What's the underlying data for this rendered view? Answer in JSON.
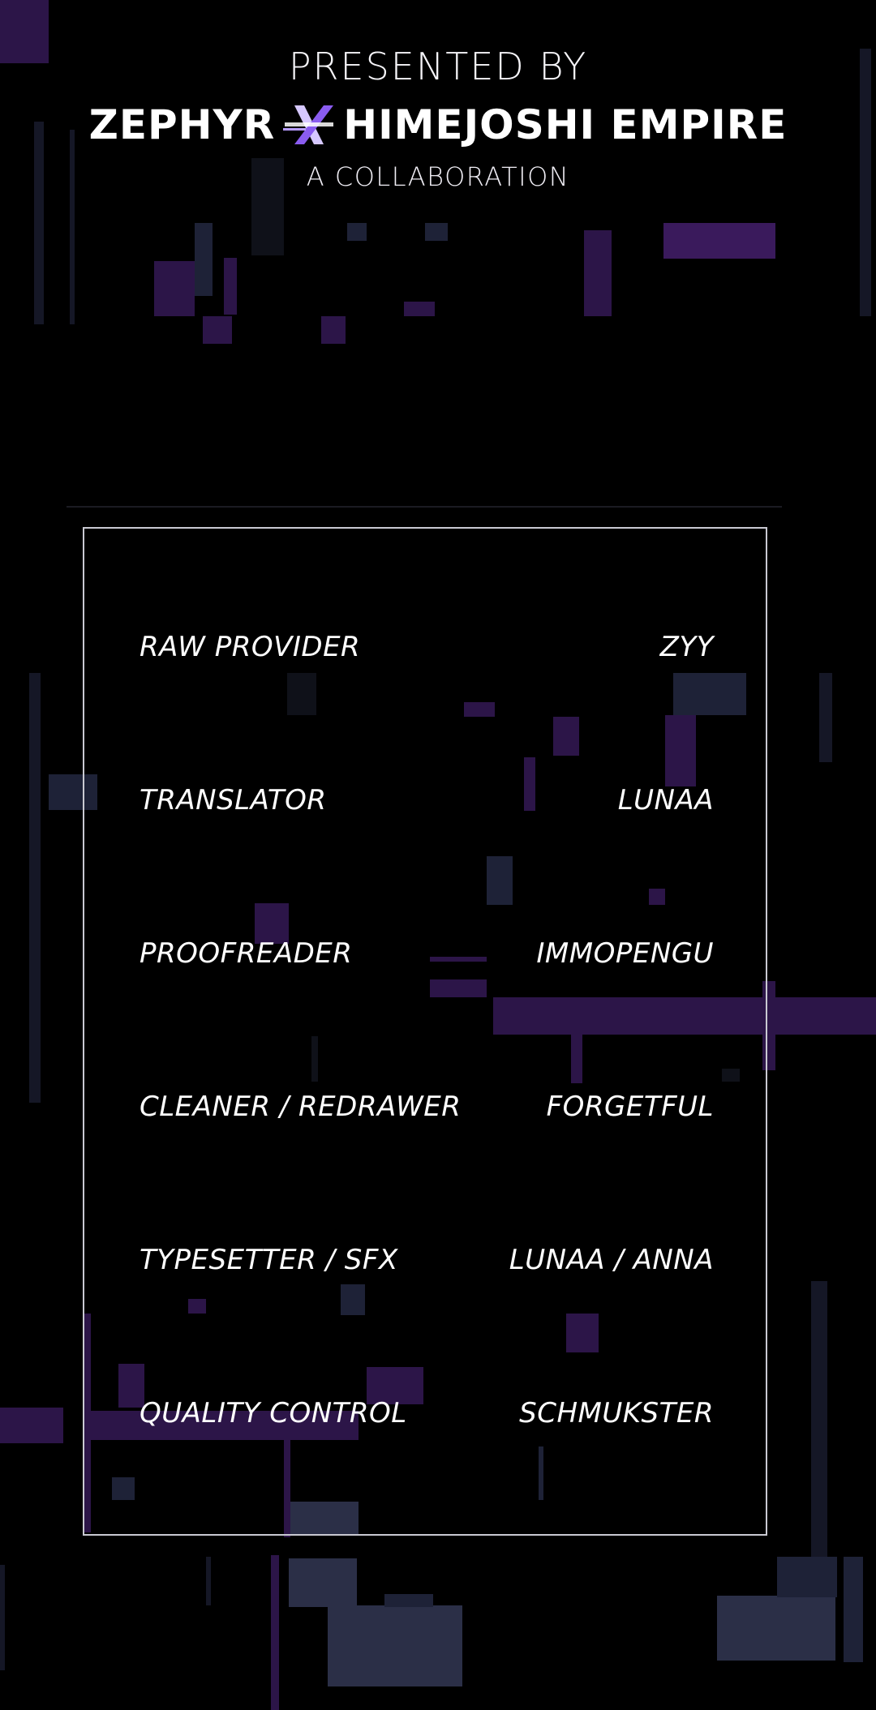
{
  "header": {
    "presented_by": "PRESENTED BY",
    "group_left": "ZEPHYR",
    "group_right": "HIMEJOSHI EMPIRE",
    "subtitle": "A COLLABORATION"
  },
  "credits": [
    {
      "role": "RAW PROVIDER",
      "name": "ZYY"
    },
    {
      "role": "TRANSLATOR",
      "name": "LUNAA"
    },
    {
      "role": "PROOFREADER",
      "name": "IMMOPENGU"
    },
    {
      "role": "CLEANER / REDRAWER",
      "name": "FORGETFUL"
    },
    {
      "role": "TYPESETTER / SFX",
      "name": "LUNAA / ANNA"
    },
    {
      "role": "QUALITY CONTROL",
      "name": "SCHMUKSTER"
    }
  ],
  "colors": {
    "background": "#000000",
    "accent_purple": "#8a5cf0",
    "glitch_purple": "#2c1548",
    "text": "#ffffff"
  },
  "icons": {
    "x_logo": "collaboration-x-icon"
  }
}
